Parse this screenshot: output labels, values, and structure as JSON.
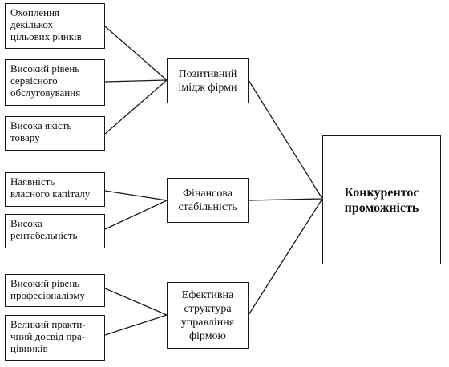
{
  "factors": [
    {
      "text": "Охоплення\nдекількох\nцільових ринків"
    },
    {
      "text": "Високий рівень\nсервісного\nобслуговування"
    },
    {
      "text": "Висока якість\nтовару"
    },
    {
      "text": "Наявність\nвласного капіталу"
    },
    {
      "text": "Висока\nрентабельність"
    },
    {
      "text": "Високий рівень\nпрофесіоналізму"
    },
    {
      "text": "Великий практи-\nчний досвід пра-\nцівників"
    }
  ],
  "groups": [
    {
      "text": "Позитивний\nімідж фірми"
    },
    {
      "text": "Фінансова\nстабільність"
    },
    {
      "text": "Ефективна\nструктура\nуправління\nфірмою"
    }
  ],
  "result": {
    "text": "Конкурентос\nпроможність"
  }
}
